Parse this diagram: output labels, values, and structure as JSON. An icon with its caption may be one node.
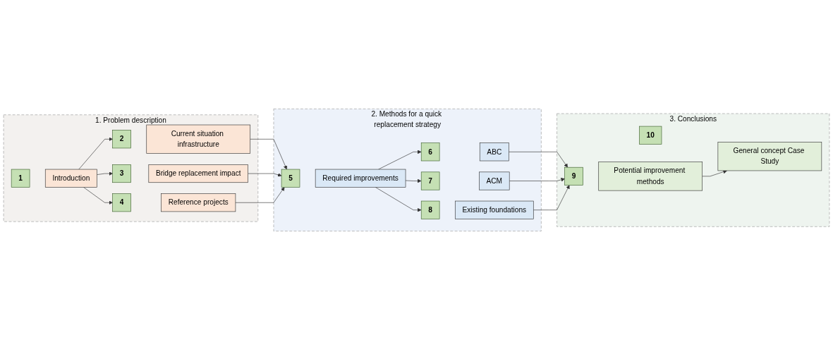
{
  "diagram": {
    "nodes": [
      {
        "text": [
          "1. Problem description"
        ]
      },
      {
        "text": [
          "1"
        ],
        "in": 0
      },
      {
        "text": [
          "Introduction"
        ],
        "in": 0
      },
      {
        "text": [
          "2"
        ],
        "in": 0
      },
      {
        "text": [
          "Current situation infrastructure"
        ],
        "in": 0
      },
      {
        "text": [
          "3"
        ],
        "in": 0
      },
      {
        "text": [
          "Bridge replacement impact"
        ],
        "in": 0
      },
      {
        "text": [
          "4"
        ],
        "in": 0
      },
      {
        "text": [
          "Reference projects"
        ],
        "in": 0
      },
      {
        "text": [
          "2. Methods for a quick replacement strategy"
        ]
      },
      {
        "text": [
          "5"
        ],
        "in": 9
      },
      {
        "text": [
          "Required improvements"
        ],
        "in": 9
      },
      {
        "text": [
          "6"
        ],
        "in": 9
      },
      {
        "text": [
          "ABC"
        ],
        "in": 9
      },
      {
        "text": [
          "7"
        ],
        "in": 9
      },
      {
        "text": [
          "ACM"
        ],
        "in": 9
      },
      {
        "text": [
          "8"
        ],
        "in": 9
      },
      {
        "text": [
          "Existing foundations"
        ],
        "in": 9
      },
      {
        "text": [
          "3. Conclusions"
        ]
      },
      {
        "text": [
          "9"
        ],
        "in": 18
      },
      {
        "text": [
          "Potential improvement methods"
        ],
        "in": 18
      },
      {
        "text": [
          "10"
        ],
        "in": 18
      },
      {
        "text": [
          "General concept Case Study"
        ],
        "in": 18
      }
    ],
    "edges": [
      {
        "from": 2,
        "to": 3,
        "arrow": "to"
      },
      {
        "from": 2,
        "to": 5,
        "arrow": "to"
      },
      {
        "from": 2,
        "to": 7,
        "arrow": "to"
      },
      {
        "from": 4,
        "to": 10,
        "arrow": "to"
      },
      {
        "from": 6,
        "to": 10,
        "arrow": "to"
      },
      {
        "from": 8,
        "to": 10,
        "arrow": "to"
      },
      {
        "from": 11,
        "to": 12,
        "arrow": "to"
      },
      {
        "from": 11,
        "to": 14,
        "arrow": "to"
      },
      {
        "from": 11,
        "to": 16,
        "arrow": "to"
      },
      {
        "from": 13,
        "to": 19,
        "arrow": "to"
      },
      {
        "from": 15,
        "to": 19,
        "arrow": "to"
      },
      {
        "from": 17,
        "to": 19,
        "arrow": "to"
      },
      {
        "from": 20,
        "to": 22,
        "arrow": "to"
      }
    ]
  }
}
